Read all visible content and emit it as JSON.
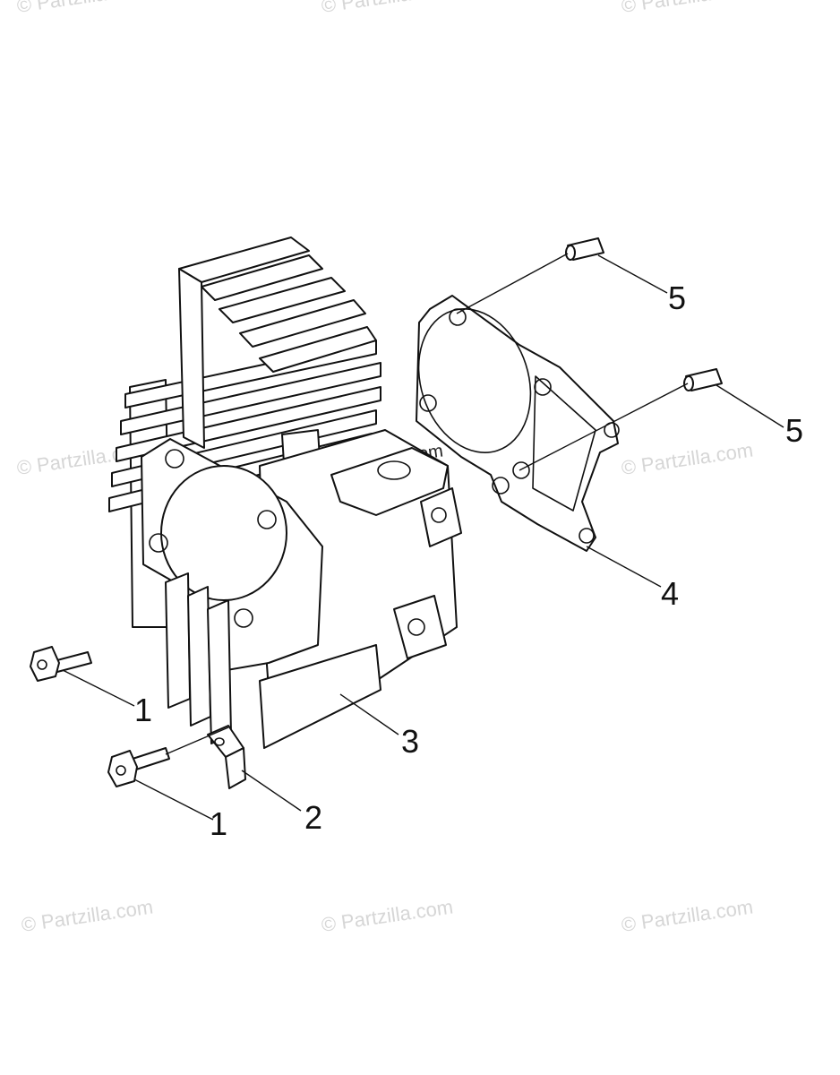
{
  "watermark": "© Partzilla.com",
  "callouts": {
    "bolt_upper": "1",
    "bolt_lower": "1",
    "clip": "2",
    "cylinder": "3",
    "gasket": "4",
    "pin_upper": "5",
    "pin_lower": "5"
  }
}
